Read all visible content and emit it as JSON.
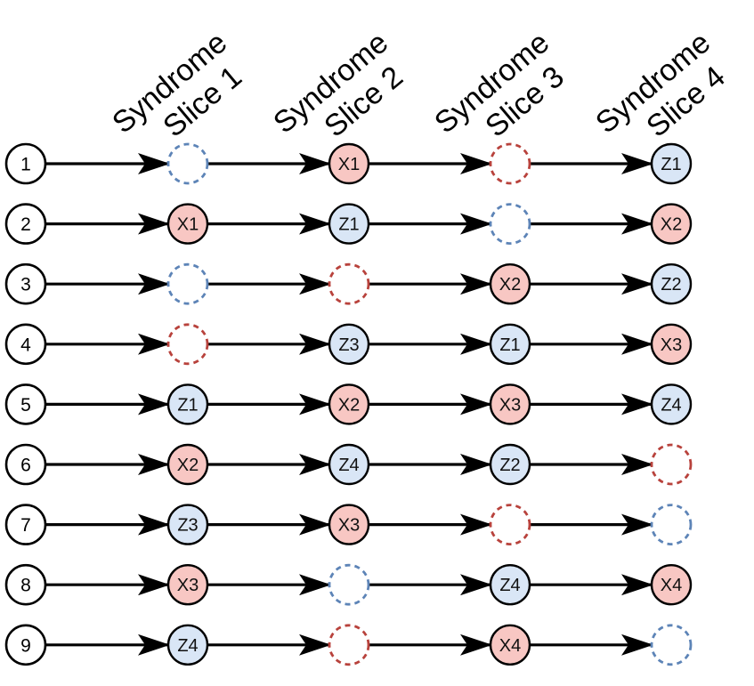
{
  "colors": {
    "x_fill": "#f8c7c3",
    "z_fill": "#d9e6f6",
    "x_dash": "#b8423c",
    "z_dash": "#5d84b7",
    "stroke": "#000000",
    "background": "#ffffff"
  },
  "columns": [
    {
      "line1": "Syndrome",
      "line2": "Slice 1"
    },
    {
      "line1": "Syndrome",
      "line2": "Slice 2"
    },
    {
      "line1": "Syndrome",
      "line2": "Slice 3"
    },
    {
      "line1": "Syndrome",
      "line2": "Slice 4"
    }
  ],
  "rows": [
    {
      "label": "1",
      "nodes": [
        {
          "type": "Z",
          "text": "",
          "empty": true
        },
        {
          "type": "X",
          "text": "X1",
          "empty": false
        },
        {
          "type": "X",
          "text": "",
          "empty": true
        },
        {
          "type": "Z",
          "text": "Z1",
          "empty": false
        }
      ]
    },
    {
      "label": "2",
      "nodes": [
        {
          "type": "X",
          "text": "X1",
          "empty": false
        },
        {
          "type": "Z",
          "text": "Z1",
          "empty": false
        },
        {
          "type": "Z",
          "text": "",
          "empty": true
        },
        {
          "type": "X",
          "text": "X2",
          "empty": false
        }
      ]
    },
    {
      "label": "3",
      "nodes": [
        {
          "type": "Z",
          "text": "",
          "empty": true
        },
        {
          "type": "X",
          "text": "",
          "empty": true
        },
        {
          "type": "X",
          "text": "X2",
          "empty": false
        },
        {
          "type": "Z",
          "text": "Z2",
          "empty": false
        }
      ]
    },
    {
      "label": "4",
      "nodes": [
        {
          "type": "X",
          "text": "",
          "empty": true
        },
        {
          "type": "Z",
          "text": "Z3",
          "empty": false
        },
        {
          "type": "Z",
          "text": "Z1",
          "empty": false
        },
        {
          "type": "X",
          "text": "X3",
          "empty": false
        }
      ]
    },
    {
      "label": "5",
      "nodes": [
        {
          "type": "Z",
          "text": "Z1",
          "empty": false
        },
        {
          "type": "X",
          "text": "X2",
          "empty": false
        },
        {
          "type": "X",
          "text": "X3",
          "empty": false
        },
        {
          "type": "Z",
          "text": "Z4",
          "empty": false
        }
      ]
    },
    {
      "label": "6",
      "nodes": [
        {
          "type": "X",
          "text": "X2",
          "empty": false
        },
        {
          "type": "Z",
          "text": "Z4",
          "empty": false
        },
        {
          "type": "Z",
          "text": "Z2",
          "empty": false
        },
        {
          "type": "X",
          "text": "",
          "empty": true
        }
      ]
    },
    {
      "label": "7",
      "nodes": [
        {
          "type": "Z",
          "text": "Z3",
          "empty": false
        },
        {
          "type": "X",
          "text": "X3",
          "empty": false
        },
        {
          "type": "X",
          "text": "",
          "empty": true
        },
        {
          "type": "Z",
          "text": "",
          "empty": true
        }
      ]
    },
    {
      "label": "8",
      "nodes": [
        {
          "type": "X",
          "text": "X3",
          "empty": false
        },
        {
          "type": "Z",
          "text": "",
          "empty": true
        },
        {
          "type": "Z",
          "text": "Z4",
          "empty": false
        },
        {
          "type": "X",
          "text": "X4",
          "empty": false
        }
      ]
    },
    {
      "label": "9",
      "nodes": [
        {
          "type": "Z",
          "text": "Z4",
          "empty": false
        },
        {
          "type": "X",
          "text": "",
          "empty": true
        },
        {
          "type": "X",
          "text": "X4",
          "empty": false
        },
        {
          "type": "Z",
          "text": "",
          "empty": true
        }
      ]
    }
  ]
}
